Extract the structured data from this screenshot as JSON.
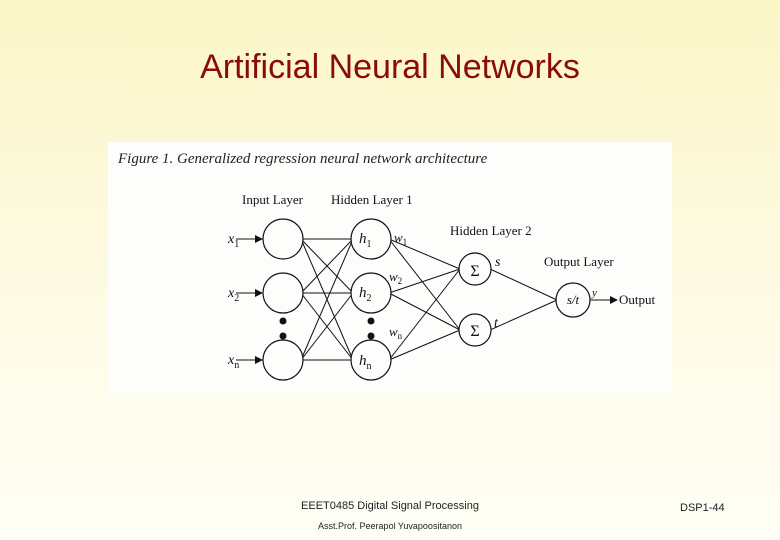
{
  "slide": {
    "title": "Artificial Neural Networks",
    "footer_course": "EEET0485 Digital Signal Processing",
    "footer_author": "Asst.Prof. Peerapol Yuvapoositanon",
    "page_label": "DSP1-44"
  },
  "diagram": {
    "caption": "Figure 1. Generalized regression neural network architecture",
    "layers": {
      "input": "Input Layer",
      "hidden1": "Hidden Layer 1",
      "hidden2": "Hidden Layer 2",
      "output": "Output Layer"
    },
    "inputs": [
      {
        "base": "x",
        "sub": "1"
      },
      {
        "base": "x",
        "sub": "2"
      },
      {
        "base": "x",
        "sub": "n"
      }
    ],
    "hidden_nodes": [
      {
        "base": "h",
        "sub": "1"
      },
      {
        "base": "h",
        "sub": "2"
      },
      {
        "base": "h",
        "sub": "n"
      }
    ],
    "weights": [
      {
        "base": "w",
        "sub": "1"
      },
      {
        "base": "w",
        "sub": "2"
      },
      {
        "base": "w",
        "sub": "n"
      }
    ],
    "sum_symbol": "Σ",
    "sum_outputs": [
      "s",
      "t"
    ],
    "output_node": "s/t",
    "y_label": "y",
    "output_label": "Output"
  }
}
